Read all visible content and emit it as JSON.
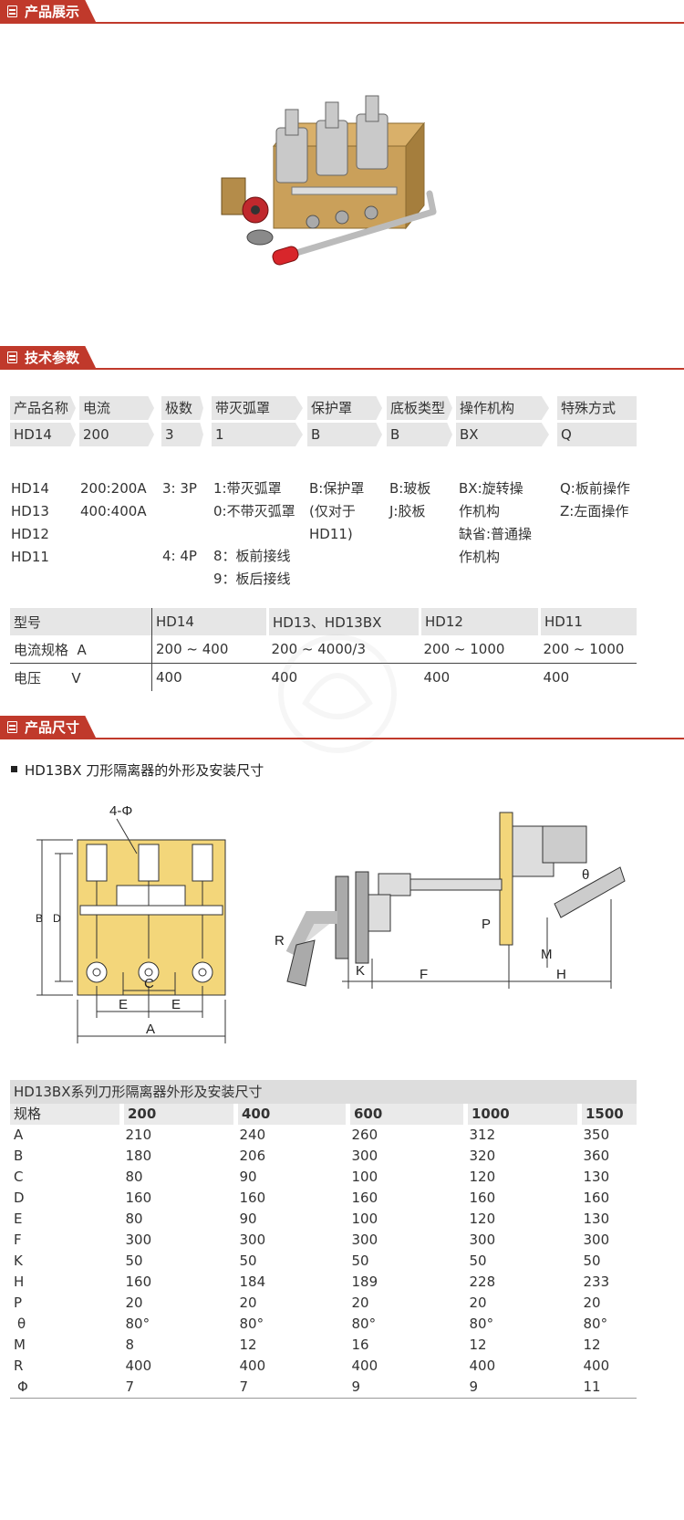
{
  "sections": {
    "display": "产品展示",
    "params": "技术参数",
    "size": "产品尺寸"
  },
  "param_headers": [
    "产品名称",
    "电流",
    "极数",
    "带灭弧罩",
    "保护罩",
    "底板类型",
    "操作机构",
    "特殊方式"
  ],
  "param_values": [
    "HD14",
    "200",
    "3",
    "1",
    "B",
    "B",
    "BX",
    "Q"
  ],
  "explain": {
    "name": [
      "HD14",
      "HD13",
      "HD12",
      "HD11"
    ],
    "current": [
      "200:200A",
      "400:400A"
    ],
    "poles_a": "3: 3P",
    "poles_b": "4: 4P",
    "arc": [
      "1:带灭弧罩",
      "0:不带灭弧罩"
    ],
    "arc_b": [
      "8：板前接线",
      "9：板后接线"
    ],
    "cover": [
      "B:保护罩",
      "(仅对于",
      "HD11)"
    ],
    "base": [
      "B:玻板",
      "J:胶板"
    ],
    "op": [
      "BX:旋转操",
      "作机构",
      "缺省:普通操",
      "作机构"
    ],
    "special": [
      "Q:板前操作",
      "Z:左面操作"
    ]
  },
  "spec_table": {
    "header": [
      "型号",
      "HD14",
      "HD13、HD13BX",
      "HD12",
      "HD11"
    ],
    "rows": [
      [
        "电流规格  A",
        "200 ~ 400",
        "200 ~ 4000/3",
        "200 ~ 1000",
        "200 ~ 1000"
      ],
      [
        "电压       V",
        "400",
        "400",
        "400",
        "400"
      ]
    ]
  },
  "dim_title": "HD13BX 刀形隔离器的外形及安装尺寸",
  "diagram_labels": {
    "phi": "4-Φ",
    "B": "B",
    "D": "D",
    "C": "C",
    "E1": "E",
    "E2": "E",
    "A": "A",
    "R": "R",
    "K": "K",
    "F": "F",
    "P": "P",
    "M": "M",
    "H": "H",
    "theta": "θ"
  },
  "dim_table": {
    "title": "HD13BX系列刀形隔离器外形及安装尺寸",
    "header": [
      "规格",
      "200",
      "400",
      "600",
      "1000",
      "1500"
    ],
    "rows": [
      [
        "A",
        "210",
        "240",
        "260",
        "312",
        "350"
      ],
      [
        "B",
        "180",
        "206",
        "300",
        "320",
        "360"
      ],
      [
        "C",
        "80",
        "90",
        "100",
        "120",
        "130"
      ],
      [
        "D",
        "160",
        "160",
        "160",
        "160",
        "160"
      ],
      [
        "E",
        "80",
        "90",
        "100",
        "120",
        "130"
      ],
      [
        "F",
        "300",
        "300",
        "300",
        "300",
        "300"
      ],
      [
        "K",
        "50",
        "50",
        "50",
        "50",
        "50"
      ],
      [
        "H",
        "160",
        "184",
        "189",
        "228",
        "233"
      ],
      [
        "P",
        "20",
        "20",
        "20",
        "20",
        "20"
      ],
      [
        "θ",
        "80°",
        "80°",
        "80°",
        "80°",
        "80°"
      ],
      [
        "M",
        "8",
        "12",
        "16",
        "12",
        "12"
      ],
      [
        "R",
        "400",
        "400",
        "400",
        "400",
        "400"
      ],
      [
        "Φ",
        "7",
        "7",
        "9",
        "9",
        "11"
      ]
    ]
  },
  "colors": {
    "accent": "#c0392b",
    "plate": "#f3d67a",
    "bar": "#e6e6e6"
  }
}
